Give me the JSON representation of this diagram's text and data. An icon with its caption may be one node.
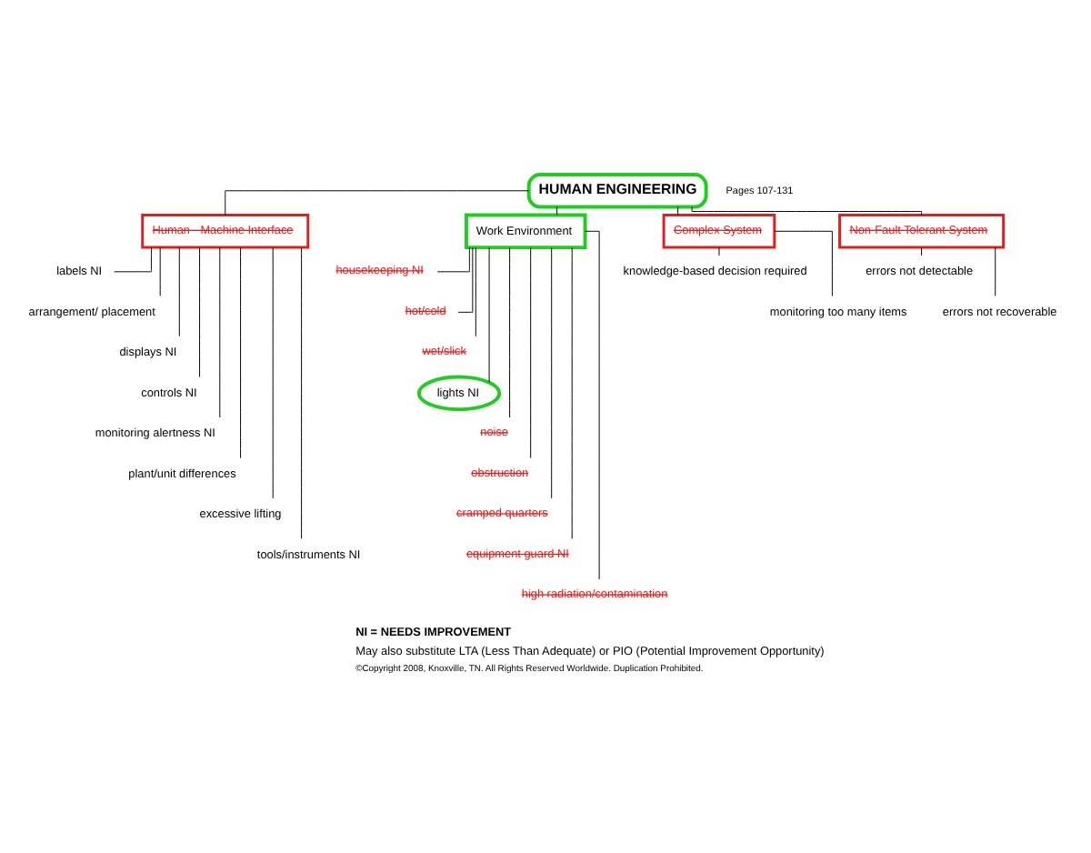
{
  "diagram": {
    "nodes": [
      {
        "text": [
          "HUMAN ENGINEERING"
        ],
        "beside": [
          "Pages 107-131"
        ]
      },
      {
        "text": [
          "Human - Machine Interface"
        ]
      },
      {
        "text": [
          "Work Environment"
        ]
      },
      {
        "text": [
          "Complex System"
        ]
      },
      {
        "text": [
          "Non-Fault Tolerant System"
        ]
      },
      {
        "text": [
          "labels NI"
        ]
      },
      {
        "text": [
          "arrangement/ placement"
        ]
      },
      {
        "text": [
          "displays NI"
        ]
      },
      {
        "text": [
          "controls NI"
        ]
      },
      {
        "text": [
          "monitoring alertness NI"
        ]
      },
      {
        "text": [
          "plant/unit differences"
        ]
      },
      {
        "text": [
          "excessive lifting"
        ]
      },
      {
        "text": [
          "tools/instruments NI"
        ]
      },
      {
        "text": [
          "housekeeping NI"
        ]
      },
      {
        "text": [
          "hot/cold"
        ]
      },
      {
        "text": [
          "wet/slick"
        ]
      },
      {
        "text": [
          "lights NI"
        ]
      },
      {
        "text": [
          "noise"
        ]
      },
      {
        "text": [
          "obstruction"
        ]
      },
      {
        "text": [
          "cramped quarters"
        ]
      },
      {
        "text": [
          "equipment guard NI"
        ]
      },
      {
        "text": [
          "high radiation/contamination"
        ]
      },
      {
        "text": [
          "knowledge-based decision required"
        ]
      },
      {
        "text": [
          "monitoring too many items"
        ]
      },
      {
        "text": [
          "errors not detectable"
        ]
      },
      {
        "text": [
          "errors not recoverable"
        ]
      }
    ],
    "edges": [
      {
        "from": 0,
        "to": 1,
        "arrow": "none"
      },
      {
        "from": 0,
        "to": 2,
        "arrow": "none"
      },
      {
        "from": 0,
        "to": 3,
        "arrow": "none"
      },
      {
        "from": 0,
        "to": 4,
        "arrow": "none"
      },
      {
        "from": 1,
        "to": 5,
        "arrow": "none"
      },
      {
        "from": 1,
        "to": 6,
        "arrow": "none"
      },
      {
        "from": 1,
        "to": 7,
        "arrow": "none"
      },
      {
        "from": 1,
        "to": 8,
        "arrow": "none"
      },
      {
        "from": 1,
        "to": 9,
        "arrow": "none"
      },
      {
        "from": 1,
        "to": 10,
        "arrow": "none"
      },
      {
        "from": 1,
        "to": 11,
        "arrow": "none"
      },
      {
        "from": 1,
        "to": 12,
        "arrow": "none"
      },
      {
        "from": 2,
        "to": 13,
        "arrow": "none"
      },
      {
        "from": 2,
        "to": 14,
        "arrow": "none"
      },
      {
        "from": 2,
        "to": 15,
        "arrow": "none"
      },
      {
        "from": 2,
        "to": 16,
        "arrow": "none"
      },
      {
        "from": 2,
        "to": 17,
        "arrow": "none"
      },
      {
        "from": 2,
        "to": 18,
        "arrow": "none"
      },
      {
        "from": 2,
        "to": 19,
        "arrow": "none"
      },
      {
        "from": 2,
        "to": 20,
        "arrow": "none"
      },
      {
        "from": 2,
        "to": 21,
        "arrow": "none"
      },
      {
        "from": 3,
        "to": 22,
        "arrow": "none"
      },
      {
        "from": 3,
        "to": 23,
        "arrow": "none"
      },
      {
        "from": 4,
        "to": 24,
        "arrow": "none"
      },
      {
        "from": 4,
        "to": 25,
        "arrow": "none"
      }
    ],
    "labels": [
      "NI = NEEDS IMPROVEMENT",
      "May also substitute LTA (Less Than Adequate) or PIO (Potential Improvement Opportunity)",
      "©Copyright 2008, Knoxville, TN. All Rights Reserved Worldwide. Duplication Prohibited."
    ]
  }
}
